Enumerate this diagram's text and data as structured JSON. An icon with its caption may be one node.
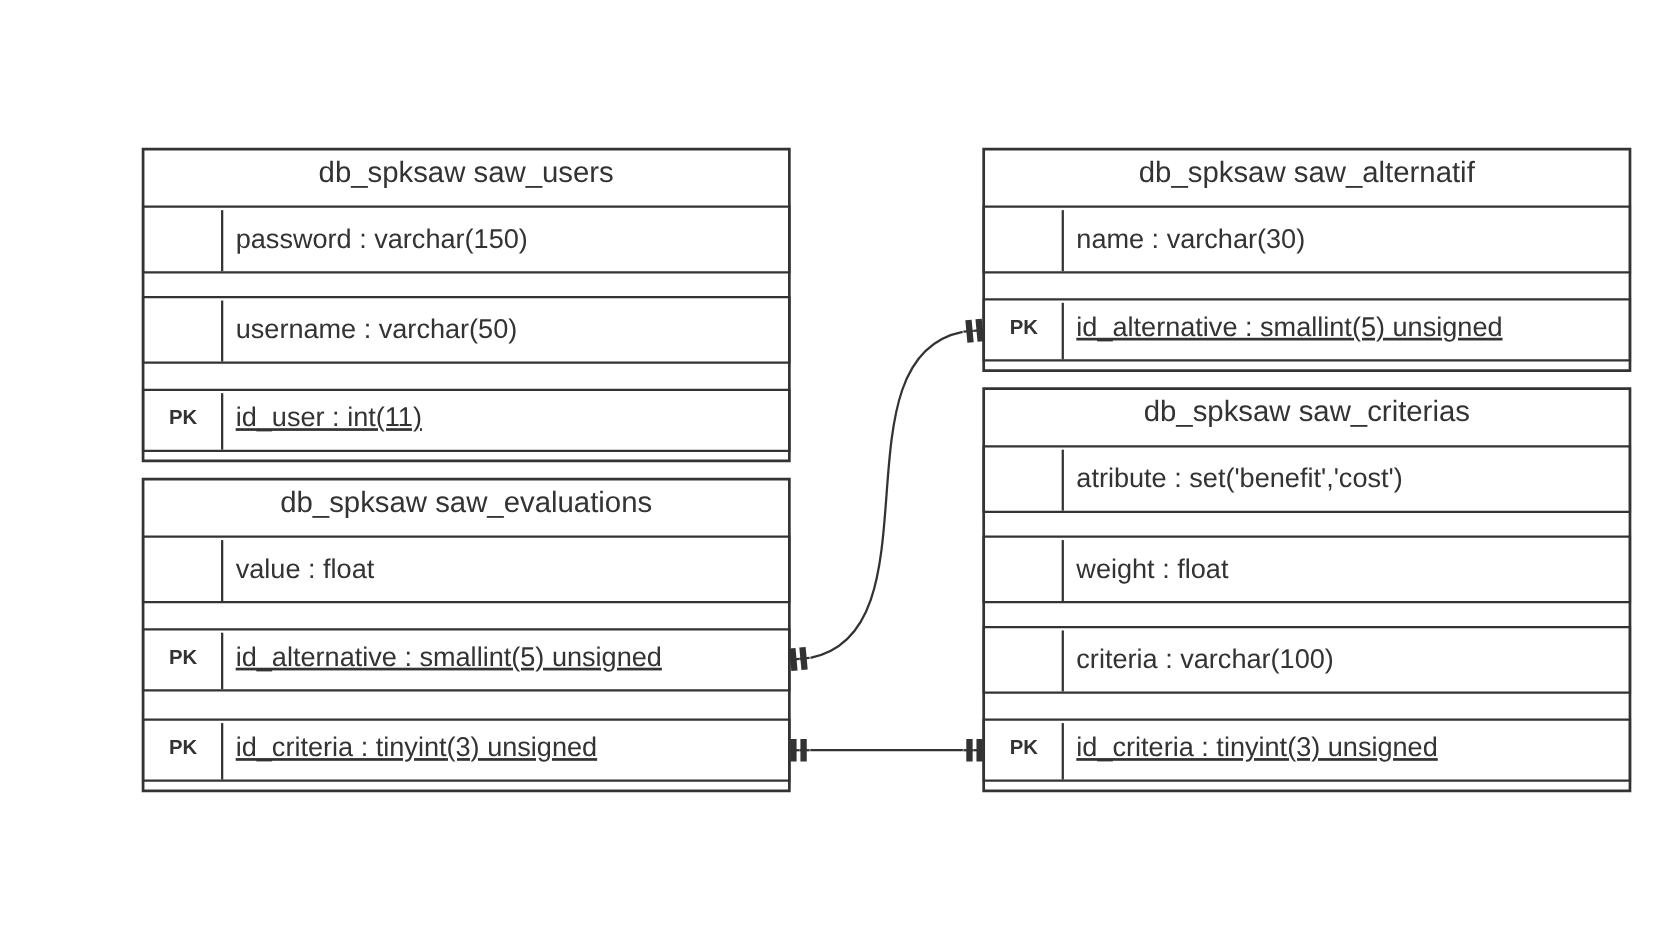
{
  "diagram": {
    "nodes": [
      {
        "text": [
          "db_spksaw saw_alternatif"
        ]
      },
      {
        "text": [
          "PK",
          "id_alternative : smallint(5) unsigned"
        ],
        "in": 0
      },
      {
        "text": [
          "name : varchar(30)"
        ],
        "in": 0
      },
      {
        "text": [
          "db_spksaw saw_evaluations"
        ]
      },
      {
        "text": [
          "PK",
          "id_alternative : smallint(5) unsigned"
        ],
        "in": 3
      },
      {
        "text": [
          "PK",
          "id_criteria : tinyint(3) unsigned"
        ],
        "in": 3
      },
      {
        "text": [
          "value : float"
        ],
        "in": 3
      },
      {
        "text": [
          "db_spksaw saw_criterias"
        ]
      },
      {
        "text": [
          "PK",
          "id_criteria : tinyint(3) unsigned"
        ],
        "in": 7
      },
      {
        "text": [
          "criteria : varchar(100)"
        ],
        "in": 7
      },
      {
        "text": [
          "weight : float"
        ],
        "in": 7
      },
      {
        "text": [
          "atribute : set('benefit','cost')"
        ],
        "in": 7
      },
      {
        "text": [
          "db_spksaw saw_users"
        ]
      },
      {
        "text": [
          "PK",
          "id_user : int(11)"
        ],
        "in": 12
      },
      {
        "text": [
          "username : varchar(50)"
        ],
        "in": 12
      },
      {
        "text": [
          "password : varchar(150)"
        ],
        "in": 12
      }
    ],
    "edges": [
      {
        "from": 4,
        "to": 1,
        "arrow": "other"
      },
      {
        "from": 5,
        "to": 8,
        "arrow": "other"
      }
    ]
  }
}
